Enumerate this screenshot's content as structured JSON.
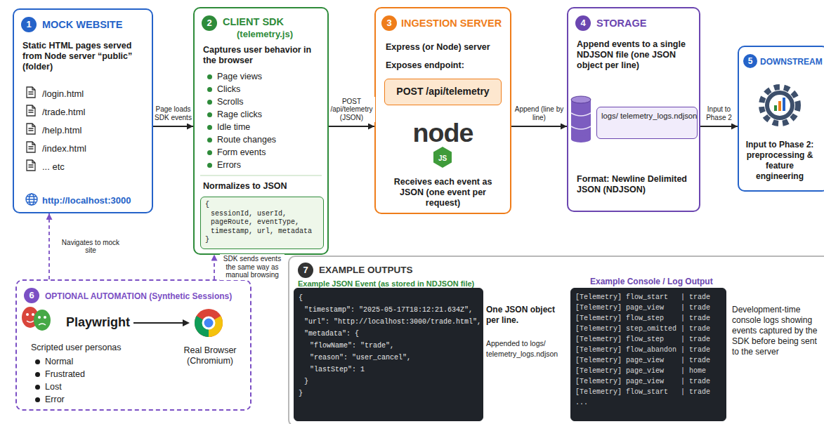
{
  "diagram": {
    "nodes": [
      {
        "text": [
          "1",
          "MOCK WEBSITE",
          "Static HTML pages served from Node server “public” (folder)",
          "/login.html",
          "/trade.html",
          "/help.html",
          "/index.html",
          "... etc",
          "http://localhost:3000"
        ]
      },
      {
        "text": [
          "2",
          "CLIENT SDK",
          "(telemetry.js)",
          "Captures user behavior in the browser",
          "Page views",
          "Clicks",
          "Scrolls",
          "Rage clicks",
          "Idle time",
          "Route changes",
          "Form events",
          "Errors",
          "Normalizes to JSON"
        ]
      },
      {
        "text": [
          "{",
          "sessionId, userId, pageRoute, eventType, timestamp, url, metadata",
          "}"
        ],
        "in": 1
      },
      {
        "text": [
          "3",
          "INGESTION SERVER",
          "Express (or Node) server",
          "Exposes endpoint:",
          "node",
          "JS",
          "Receives each event as JSON (one event per request)"
        ]
      },
      {
        "text": [
          "POST /api/telemetry"
        ],
        "in": 3
      },
      {
        "text": [
          "4",
          "STORAGE",
          "Append events to a single NDJSON file (one JSON object per line)",
          "Format: Newline Delimited JSON (NDJSON)"
        ]
      },
      {
        "text": [
          "logs/ telemetry_logs.ndjson"
        ],
        "in": 5
      },
      {
        "text": [
          "5",
          "DOWNSTREAM",
          "Input to Phase 2: preprocessing & feature engineering"
        ]
      },
      {
        "text": [
          "6",
          "OPTIONAL AUTOMATION (Synthetic Sessions)",
          "Playwright",
          "Scripted user personas",
          "Normal",
          "Frustrated",
          "Lost",
          "Error",
          "Real Browser (Chromium)"
        ]
      },
      {
        "text": [
          "7",
          "EXAMPLE OUTPUTS",
          "Example JSON Event (as stored in NDJSON file)",
          "One JSON object per line.",
          "Appended to logs/ telemetry_logs.ndjson",
          "Example Console / Log Output",
          "Development-time console logs showing events captured by the SDK before being sent to the server"
        ]
      },
      {
        "text": [
          "{",
          "\"timestamp\": \"2025-05-17T18:12:21.634Z\",",
          "\"url\": \"http://localhost:3000/trade.html\",",
          "\"metadata\": {",
          "\"flowName\": \"trade\",",
          "\"reason\": \"user_cancel\",",
          "\"lastStep\": 1",
          "}",
          "}"
        ],
        "in": 9
      },
      {
        "text": [
          "[Telemetry] flow_start   | trade",
          "[Telemetry] page_view    | trade",
          "[Telemetry] flow_step    | trade",
          "[Telemetry] step_omitted | trade",
          "[Telemetry] flow_step    | trade",
          "[Telemetry] flow_abandon | trade",
          "[Telemetry] page_view    | trade",
          "[Telemetry] page_view    | home",
          "[Telemetry] page_view    | trade",
          "[Telemetry] flow_start   | trade",
          "..."
        ],
        "in": 9
      }
    ],
    "edges": [
      {
        "from": 0,
        "to": 1,
        "label": "Page loads SDK events",
        "arrow": "to"
      },
      {
        "from": 1,
        "to": 3,
        "label": "POST /api/telemetry (JSON)",
        "arrow": "to"
      },
      {
        "from": 3,
        "to": 5,
        "label": "Append (line by line)",
        "arrow": "to"
      },
      {
        "from": 5,
        "to": 7,
        "label": "Input to Phase 2",
        "arrow": "to"
      },
      {
        "from": 8,
        "to": 0,
        "label": "Navigates to mock site",
        "arrow": "to"
      },
      {
        "from": 8,
        "to": 1,
        "label": "SDK sends events the same way as manual browsing",
        "arrow": "to"
      }
    ]
  }
}
